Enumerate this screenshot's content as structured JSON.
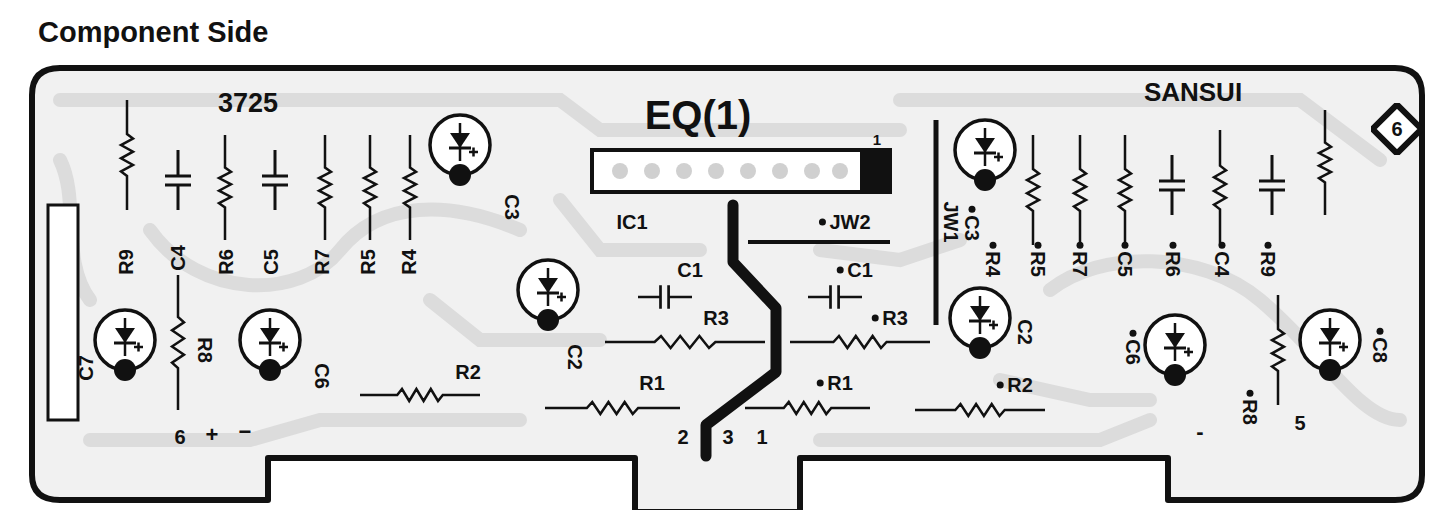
{
  "diagram": {
    "title": "Component Side",
    "nodes": [
      {
        "text": [
          "6"
        ]
      }
    ],
    "labels": [
      "3725",
      "EQ(1)",
      "SANSUI",
      "1",
      "R9",
      "C4",
      "R6",
      "C5",
      "R7",
      "R5",
      "R4",
      "C3",
      "IC1",
      "JW2",
      "C1",
      "C1",
      "R3",
      "R3",
      "C2",
      "R2",
      "R1",
      "R1",
      "R2",
      "JW1",
      "C3",
      "R4",
      "R5",
      "R7",
      "C5",
      "R6",
      "C4",
      "R9",
      "C2",
      "C6",
      "C8",
      "C7",
      "R8",
      "C6",
      "6",
      "+",
      "−",
      "2",
      "3",
      "1",
      "-",
      "R8",
      "5"
    ]
  }
}
